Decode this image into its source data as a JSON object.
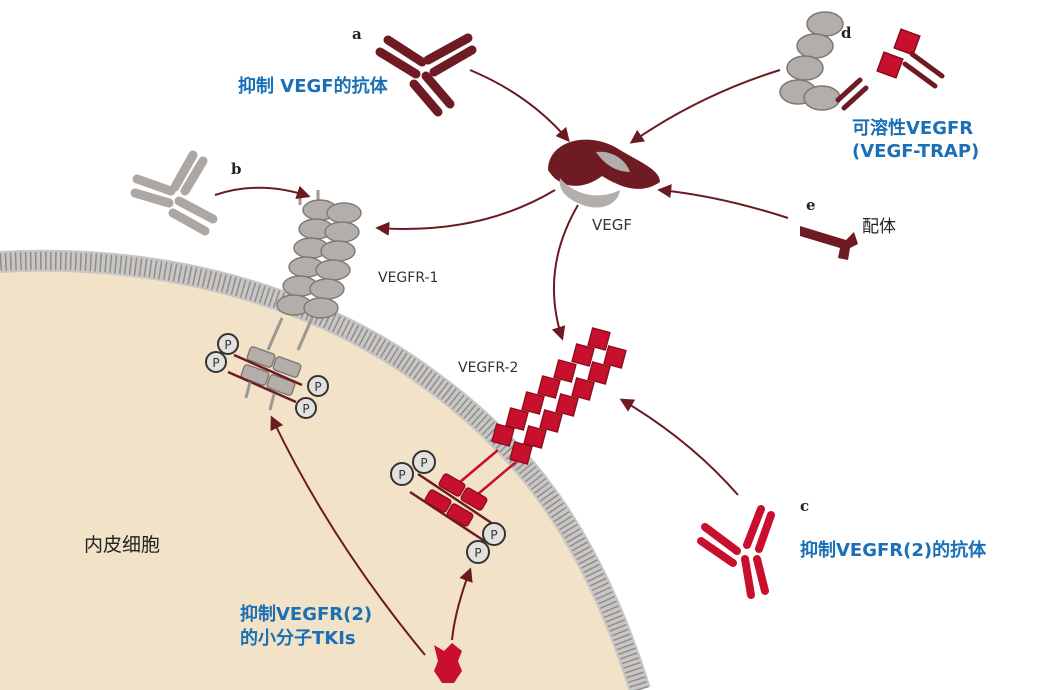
{
  "labels": {
    "a": "a",
    "b": "b",
    "c": "c",
    "d": "d",
    "e": "e",
    "anti_vegf_antibody": "抑制 VEGF的抗体",
    "soluble_vegfr_line1": "可溶性VEGFR",
    "soluble_vegfr_line2": "(VEGF-TRAP)",
    "vegf": "VEGF",
    "ligand": "配体",
    "vegfr1": "VEGFR-1",
    "vegfr2": "VEGFR-2",
    "anti_vegfr2_antibody": "抑制VEGFR(2)的抗体",
    "tki_line1": "抑制VEGFR(2)",
    "tki_line2": "的小分子TKIs",
    "endothelial_cell": "内皮细胞",
    "phospho": "P"
  },
  "colors": {
    "dark_red": "#7a1c24",
    "red": "#c8102e",
    "gray_receptor": "#b5b0aa",
    "cell": "#f1e2c8",
    "label_blue": "#1a6fb5",
    "arrow": "#6b1a22"
  }
}
